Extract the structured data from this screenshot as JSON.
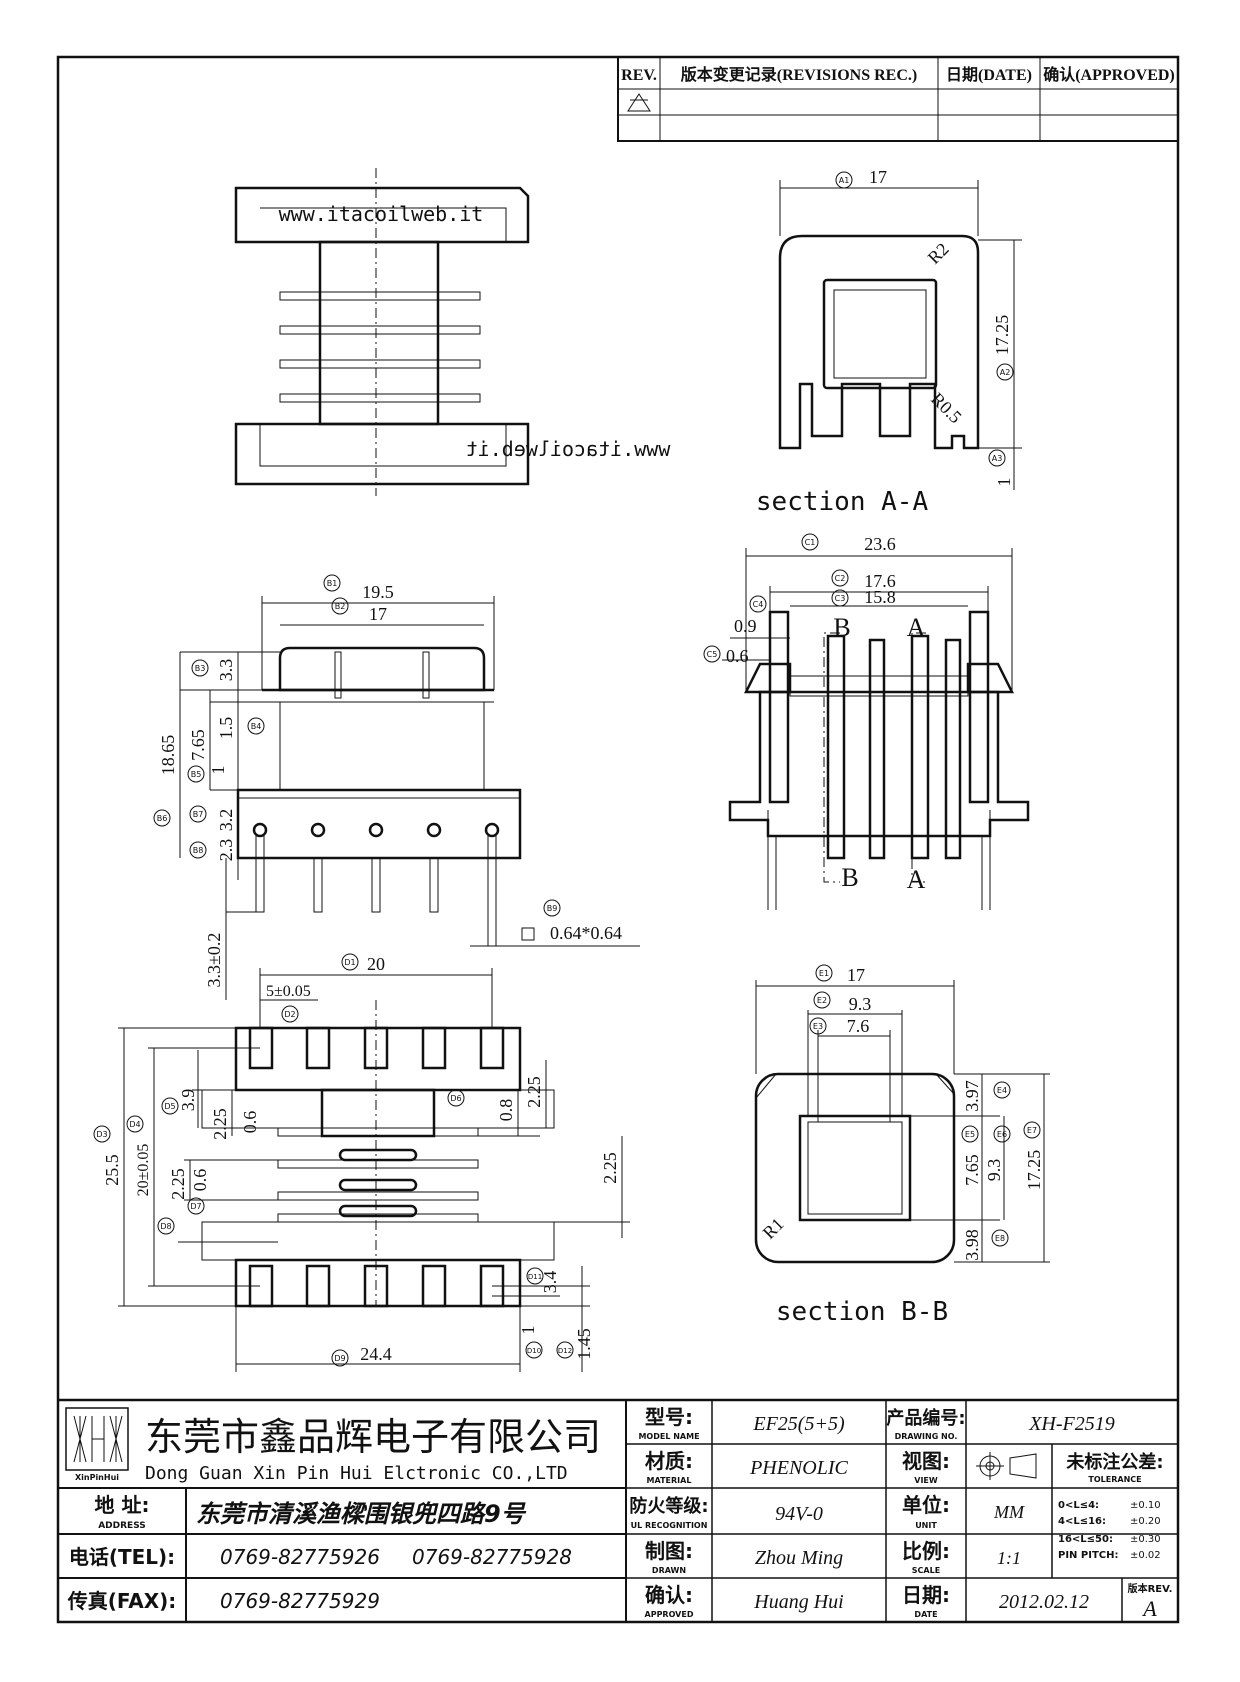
{
  "revision_table": {
    "rev_header": "REV.",
    "record_header": "版本变更记录(REVISIONS REC.)",
    "date_header": "日期(DATE)",
    "approved_header": "确认(APPROVED)"
  },
  "sections": {
    "aa": "section A-A",
    "bb": "section B-B"
  },
  "top_view": {
    "website": "www.itacoilweb.it",
    "website_mirrored": "www.itacoilweb.it"
  },
  "dims": {
    "A1": "17",
    "A2": "17.25",
    "A3": "1",
    "R2": "R2",
    "R05": "R0.5",
    "B1": "19.5",
    "B2": "17",
    "B3": "3.3",
    "B4": "1.5",
    "B5": "7.65",
    "B5b": "1",
    "B6": "18.65",
    "B7": "3.2",
    "B8": "2.3",
    "B9": "0.64*0.64",
    "pin_len": "3.3±0.2",
    "C1": "23.6",
    "C2": "17.6",
    "C3": "15.8",
    "C4": "0.9",
    "C5": "0.6",
    "label_A": "A",
    "label_B": "B",
    "D1": "20",
    "D2": "5±0.05",
    "D3": "25.5",
    "D4": "20±0.05",
    "D5": "3.9",
    "D5b": "2.25",
    "D5c": "0.6",
    "D6": "0.8",
    "D6b": "2.25",
    "D6c": "2.25",
    "D7": "0.6",
    "D7b": "2.25",
    "D9": "24.4",
    "D10": "1",
    "D11": "3.4",
    "D12": "1.45",
    "E1": "17",
    "E2": "9.3",
    "E3": "7.6",
    "E4": "3.97",
    "E5": "7.65",
    "E6": "9.3",
    "E7": "17.25",
    "E8": "3.98",
    "R1": "R1"
  },
  "circle_tags": [
    "A1",
    "A2",
    "A3",
    "B1",
    "B2",
    "B3",
    "B4",
    "B5",
    "B6",
    "B7",
    "B8",
    "B9",
    "C1",
    "C2",
    "C3",
    "C4",
    "C5",
    "D1",
    "D2",
    "D3",
    "D4",
    "D5",
    "D6",
    "D7",
    "D8",
    "D9",
    "D10",
    "D11",
    "D12",
    "E1",
    "E2",
    "E3",
    "E4",
    "E5",
    "E6",
    "E7",
    "E8"
  ],
  "title_block": {
    "company_cn": "东莞市鑫品辉电子有限公司",
    "company_en": "Dong Guan Xin Pin Hui Elctronic CO.,LTD",
    "logo_caption": "XinPinHui",
    "address_label": "地 址:",
    "address_sub": "ADDRESS",
    "address": "东莞市清溪渔樑围银兜四路9号",
    "tel_label": "电话(TEL):",
    "tel1": "0769-82775926",
    "tel2": "0769-82775928",
    "fax_label": "传真(FAX):",
    "fax": "0769-82775929",
    "model_label": "型号:",
    "model_sub": "MODEL NAME",
    "model": "EF25(5+5)",
    "material_label": "材质:",
    "material_sub": "MATERIAL",
    "material": "PHENOLIC",
    "ul_label": "防火等级:",
    "ul_sub": "UL RECOGNITION",
    "ul": "94V-0",
    "drawn_label": "制图:",
    "drawn_sub": "DRAWN",
    "drawn": "Zhou Ming",
    "approved_label": "确认:",
    "approved_sub": "APPROVED",
    "approved": "Huang Hui",
    "drawing_no_label": "产品编号:",
    "drawing_no_sub": "DRAWING NO.",
    "drawing_no": "XH-F2519",
    "view_label": "视图:",
    "view_sub": "VIEW",
    "unit_label": "单位:",
    "unit_sub": "UNIT",
    "unit": "MM",
    "scale_label": "比例:",
    "scale_sub": "SCALE",
    "scale": "1:1",
    "date_label": "日期:",
    "date_sub": "DATE",
    "date": "2012.02.12",
    "tolerance_title": "未标注公差:",
    "tolerance_sub": "TOLERANCE",
    "tolerances": [
      {
        "range": "0<L≤4:",
        "value": "±0.10"
      },
      {
        "range": "4<L≤16:",
        "value": "±0.20"
      },
      {
        "range": "16<L≤50:",
        "value": "±0.30"
      },
      {
        "range": "PIN PITCH:",
        "value": "±0.02"
      }
    ],
    "rev_label": "版本REV.",
    "rev": "A"
  }
}
